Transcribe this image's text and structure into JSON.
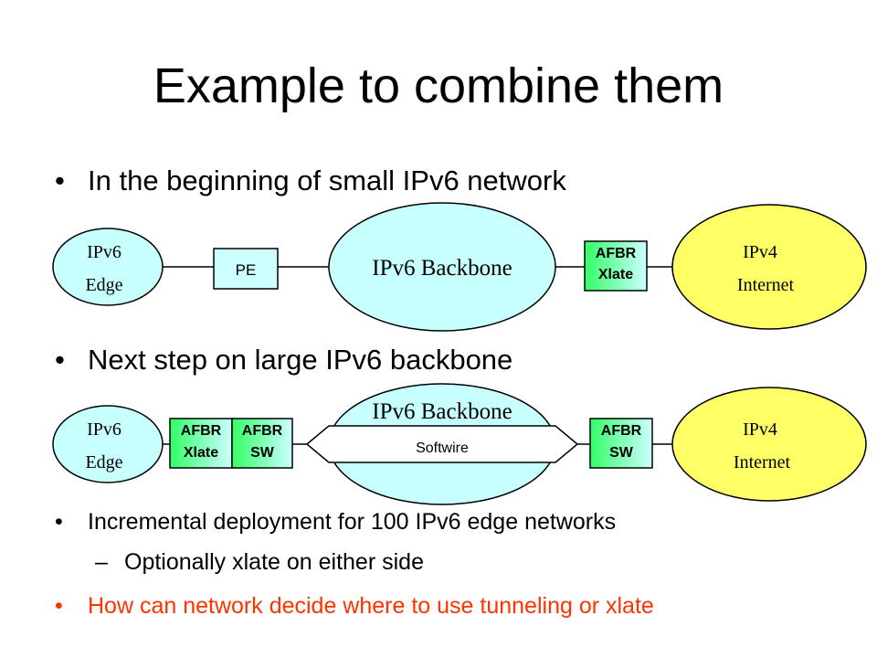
{
  "title": "Example to combine them",
  "bullets": {
    "b1": "In the beginning of small IPv6 network",
    "b2": "Next step on large IPv6 backbone",
    "b3": "Incremental deployment for 100 IPv6 edge networks",
    "b3_sub": "Optionally xlate on either side",
    "b4": "How can network decide where to use tunneling or xlate"
  },
  "bullet_symbol": "•",
  "dash_symbol": "–",
  "colors": {
    "highlight": "#ff3300",
    "edge_fill": "#c8ffff",
    "backbone_fill": "#c8ffff",
    "internet_fill": "#ffff66",
    "box_fill": "#ccffff"
  },
  "diagram1": {
    "edge_line1": "IPv6",
    "edge_line2": "Edge",
    "pe": "PE",
    "backbone": "IPv6 Backbone",
    "afbr_line1": "AFBR",
    "afbr_line2": "Xlate",
    "internet_line1": "IPv4",
    "internet_line2": "Internet"
  },
  "diagram2": {
    "edge_line1": "IPv6",
    "edge_line2": "Edge",
    "xlate_line1": "AFBR",
    "xlate_line2": "Xlate",
    "sw_left_line1": "AFBR",
    "sw_left_line2": "SW",
    "backbone": "IPv6 Backbone",
    "softwire": "Softwire",
    "sw_right_line1": "AFBR",
    "sw_right_line2": "SW",
    "internet_line1": "IPv4",
    "internet_line2": "Internet"
  }
}
